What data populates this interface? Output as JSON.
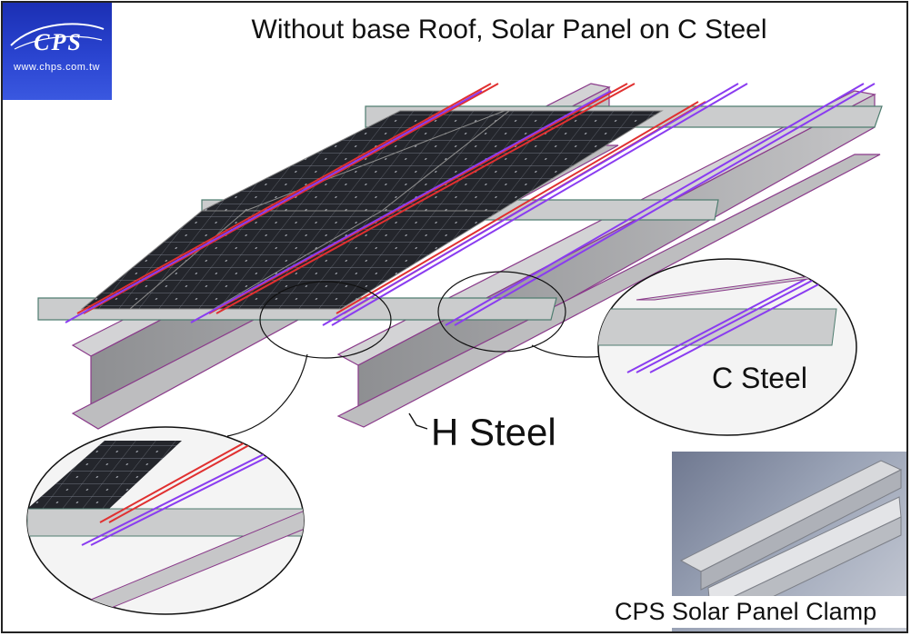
{
  "title": "Without base Roof, Solar Panel on C Steel",
  "logo": {
    "brand": "CPS",
    "url": "www.chps.com.tw"
  },
  "labels": {
    "c_steel": "C Steel",
    "h_steel": "H Steel",
    "product_caption": "CPS Solar Panel Clamp"
  },
  "colors": {
    "panel": "#23242a",
    "panel_grid": "#8a8e9a",
    "steel": "#c9cacb",
    "steel_edge": "#4f7d70",
    "h_steel": "#aeaeb0",
    "h_edge": "#8a3a8a",
    "rail_red": "#e03030",
    "rail_purple": "#8a3cf0",
    "logo_bg": "#2a44d0"
  }
}
